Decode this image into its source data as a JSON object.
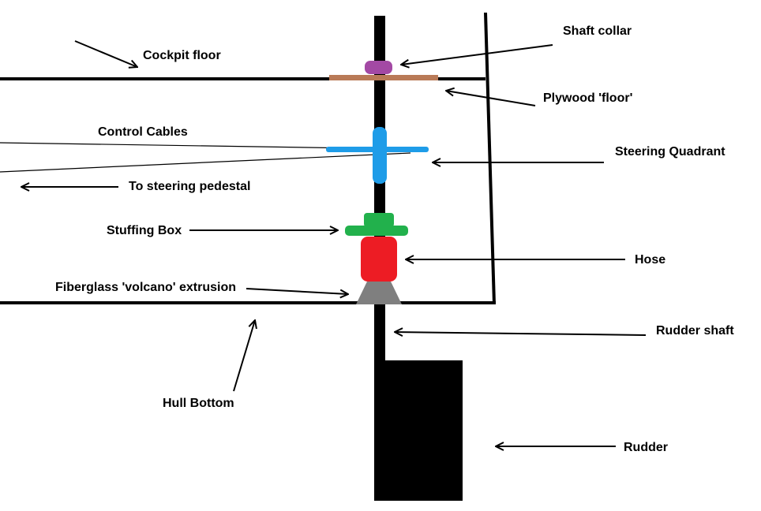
{
  "labels": {
    "cockpit_floor": "Cockpit floor",
    "shaft_collar": "Shaft collar",
    "plywood_floor": "Plywood 'floor'",
    "control_cables": "Control Cables",
    "steering_quadrant": "Steering Quadrant",
    "to_steering_pedestal": "To steering pedestal",
    "stuffing_box": "Stuffing Box",
    "hose": "Hose",
    "fiberglass_volcano": "Fiberglass 'volcano' extrusion",
    "rudder_shaft": "Rudder shaft",
    "hull_bottom": "Hull Bottom",
    "rudder": "Rudder"
  },
  "colors": {
    "line": "#000000",
    "shaft_collar": "#a349a4",
    "plywood_floor": "#b97a57",
    "steering_quadrant": "#1e9ce8",
    "stuffing_box": "#22b14c",
    "hose": "#ed1c24",
    "volcano": "#7f7f7f",
    "background": "#ffffff"
  }
}
